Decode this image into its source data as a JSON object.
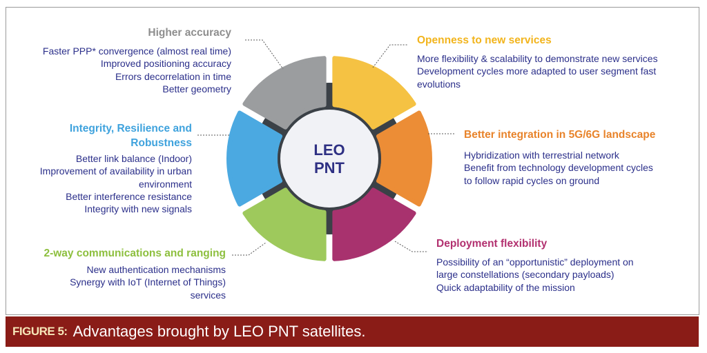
{
  "center": {
    "line1": "LEO",
    "line2": "PNT"
  },
  "blocks": {
    "accuracy": {
      "title": "Higher accuracy",
      "color": "#8e8e8e",
      "lines": [
        "Faster PPP* convergence (almost real time)",
        "Improved positioning accuracy",
        "Errors decorrelation in time",
        "Better geometry"
      ]
    },
    "integrity": {
      "title1": "Integrity, Resilience and",
      "title2": "Robustness",
      "color": "#3ea2dd",
      "lines": [
        "Better link balance (Indoor)",
        "Improvement of availability in urban",
        "environment",
        "Better interference resistance",
        "Integrity with new signals"
      ]
    },
    "twoway": {
      "title": "2-way communications and ranging",
      "color": "#8dbf3e",
      "lines": [
        "New authentication mechanisms",
        "Synergy with IoT (Internet of Things)",
        "services"
      ]
    },
    "openness": {
      "title": "Openness to new services",
      "color": "#f2b41c",
      "lines": [
        "More flexibility & scalability to demonstrate new services",
        "Development cycles more adapted to user segment fast",
        "evolutions"
      ]
    },
    "integration": {
      "title": "Better integration in 5G/6G landscape",
      "color": "#e8832a",
      "lines": [
        "Hybridization with terrestrial network",
        "Benefit from technology development cycles",
        "to follow rapid cycles on ground"
      ]
    },
    "deployment": {
      "title": "Deployment flexibility",
      "color": "#b2306f",
      "lines": [
        "Possibility of an “opportunistic” deployment on",
        "large constellations (secondary payloads)",
        "Quick adaptability of the mission"
      ]
    }
  },
  "segment_colors": {
    "gray": "#9b9d9f",
    "yellow": "#f5c243",
    "orange": "#ec8d36",
    "magenta": "#a8326e",
    "green": "#9ec95c",
    "blue": "#4ba9e1"
  },
  "caption": {
    "label": "FIGURE 5:",
    "text": "Advantages brought by LEO PNT satellites."
  }
}
